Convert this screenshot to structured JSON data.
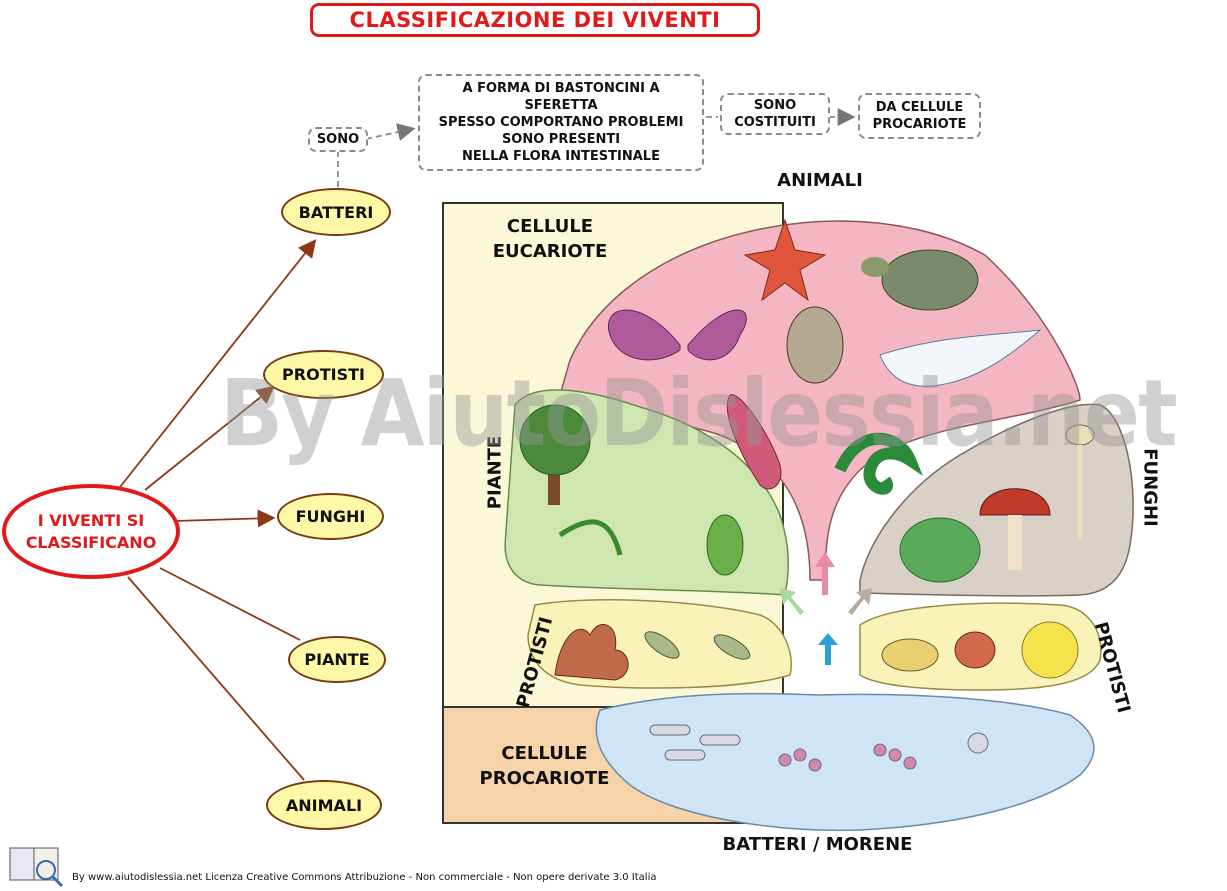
{
  "title": "CLASSIFICAZIONE DEI VIVENTI",
  "center_node": "I VIVENTI SI\nCLASSIFICANO",
  "categories": [
    "BATTERI",
    "PROTISTI",
    "FUNGHI",
    "PIANTE",
    "ANIMALI"
  ],
  "bacteria_chain": {
    "sono": "SONO",
    "description": "A FORMA DI BASTONCINI A\nSFERETTA\nSPESSO COMPORTANO PROBLEMI\nSONO PRESENTI\nNELLA FLORA INTESTINALE",
    "sono_costituiti": "SONO\nCOSTITUITI",
    "da_cellule": "DA CELLULE\nPROCARIOTE"
  },
  "illustration": {
    "animali": "ANIMALI",
    "cellule_eucariote": "CELLULE\nEUCARIOTE",
    "piante": "PIANTE",
    "funghi": "FUNGHI",
    "protisti_left": "PROTISTI",
    "protisti_right": "PROTISTI",
    "cellule_procariote": "CELLULE\nPROCARIOTE",
    "batteri_morene": "BATTERI / MORENE"
  },
  "watermark": "By AiutoDislessia.net",
  "footer": "By www.aiutodislessia.net Licenza Creative Commons Attribuzione - Non commerciale - Non opere derivate 3.0 Italia",
  "colors": {
    "title_red": "#e01a1a",
    "pill_fill": "#fff8a6",
    "arrow_brown": "#8a3a12",
    "animals_pink": "#f4b6c2",
    "plants_green": "#cfe6b0",
    "fungi_grey": "#d9d0c8",
    "protists_yellow": "#faf3b8",
    "bacteria_blue": "#cfe4f5",
    "eukaryote_bg": "#fbf8d8",
    "prokaryote_bg": "#f6d3a8"
  }
}
